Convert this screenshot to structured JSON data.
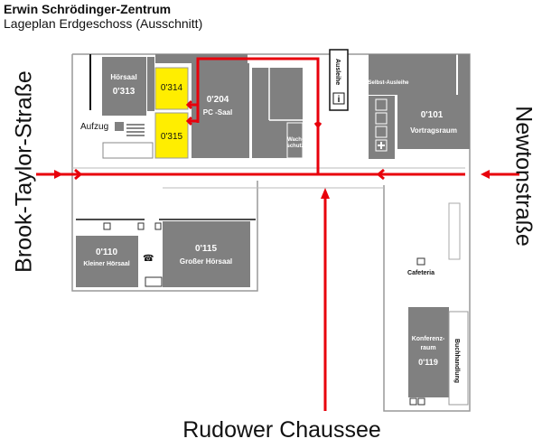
{
  "header": {
    "title": "Erwin Schrödinger-Zentrum",
    "subtitle": "Lageplan Erdgeschoss (Ausschnitt)"
  },
  "streets": {
    "west": "Brook-Taylor-Straße",
    "east": "Newtonstraße",
    "south": "Rudower Chaussee"
  },
  "rooms": {
    "r313": {
      "label": "Hörsaal",
      "number": "0'313"
    },
    "r314": {
      "number": "0'314"
    },
    "r315": {
      "number": "0'315"
    },
    "r204": {
      "number": "0'204",
      "label": "PC -Saal"
    },
    "wachschutz": {
      "line1": "Wach-",
      "line2": "schutz"
    },
    "ausleihe": {
      "label": "Ausleihe"
    },
    "selbst": {
      "label": "Selbst-Ausleihe"
    },
    "r101": {
      "number": "0'101",
      "label": "Vortragsraum"
    },
    "r110": {
      "number": "0'110",
      "label": "Kleiner Hörsaal"
    },
    "r115": {
      "number": "0'115",
      "label": "Großer  Hörsaal"
    },
    "cafeteria": {
      "label": "Cafeteria"
    },
    "r119": {
      "line1": "Konferenz-",
      "line2": "raum",
      "number": "0'119"
    },
    "buchhandlung": {
      "label": "Buchhandlung"
    },
    "aufzug": {
      "label": "Aufzug"
    }
  },
  "colors": {
    "route": "#e8000b",
    "room": "#808080",
    "highlight": "#ffee00"
  }
}
